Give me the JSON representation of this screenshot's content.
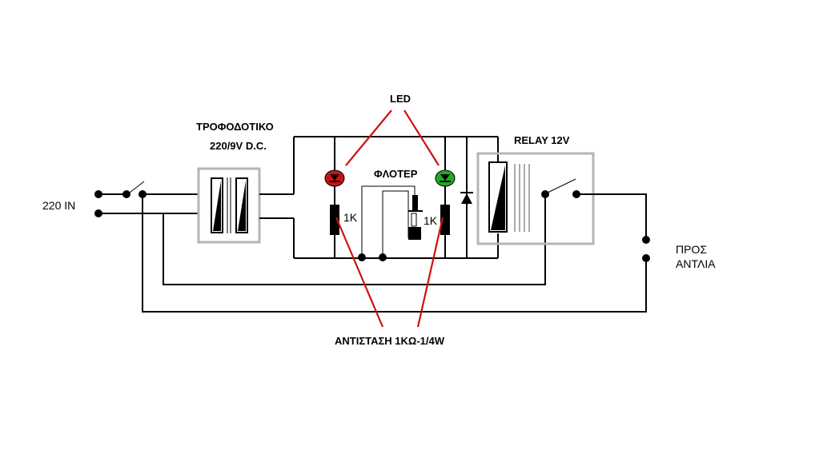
{
  "labels": {
    "input": "220 IN",
    "psu_line1": "ΤΡΟΦΟΔΟΤΙΚΟ",
    "psu_line2": "220/9V D.C.",
    "led": "LED",
    "float": "ΦΛΟΤΕΡ",
    "relay": "RELAY 12V",
    "resistor_left": "1K",
    "resistor_right": "1K",
    "resistor_note": "ΑΝΤΙΣΤΑΣΗ 1ΚΩ-1/4W",
    "output_line1": "ΠΡΟΣ",
    "output_line2": "ΑΝΤΛΙΑ"
  },
  "colors": {
    "led_left": "#cc1111",
    "led_right": "#22aa22",
    "pointer": "#d01010",
    "frame": "#b5b5b5"
  }
}
